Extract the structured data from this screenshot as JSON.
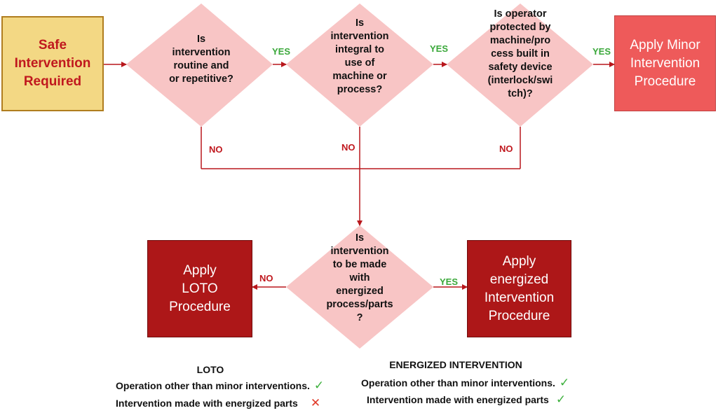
{
  "boxes": {
    "start": "Safe Intervention Required",
    "minor": "Apply Minor Intervention Procedure",
    "loto": "Apply LOTO Procedure",
    "energized": "Apply energized Intervention Procedure"
  },
  "diamonds": {
    "d1": [
      "Is",
      "intervention",
      "routine and",
      "or repetitive?"
    ],
    "d2": [
      "Is",
      "intervention",
      "integral to",
      "use of",
      "machine or",
      "process?"
    ],
    "d3": [
      "Is operator",
      "protected by",
      "machine/pro",
      "cess built in",
      "safety device",
      "(interlock/swi",
      "tch)?"
    ],
    "d4": [
      "Is",
      "intervention",
      "to be made",
      "with",
      "energized",
      "process/parts",
      "?"
    ]
  },
  "labels": {
    "yes": "YES",
    "no": "NO"
  },
  "legend": {
    "loto": {
      "title": "LOTO",
      "items": [
        {
          "text": "Operation other than minor interventions.",
          "mark": "check"
        },
        {
          "text": "Intervention made with energized parts",
          "mark": "cross"
        }
      ]
    },
    "energized": {
      "title": "ENERGIZED INTERVENTION",
      "items": [
        {
          "text": "Operation other than minor interventions.",
          "mark": "check"
        },
        {
          "text": "Intervention made with energized parts",
          "mark": "check"
        }
      ]
    }
  },
  "icons": {
    "check": "✓",
    "cross": "✕"
  },
  "colors": {
    "diamond_fill": "#f8c5c5",
    "connector": "#b8171c",
    "start_fill": "#f3d884",
    "minor_fill": "#ee5a5a",
    "dark_fill": "#ad1718",
    "yes": "#3aa83a",
    "no": "#c0181e"
  }
}
